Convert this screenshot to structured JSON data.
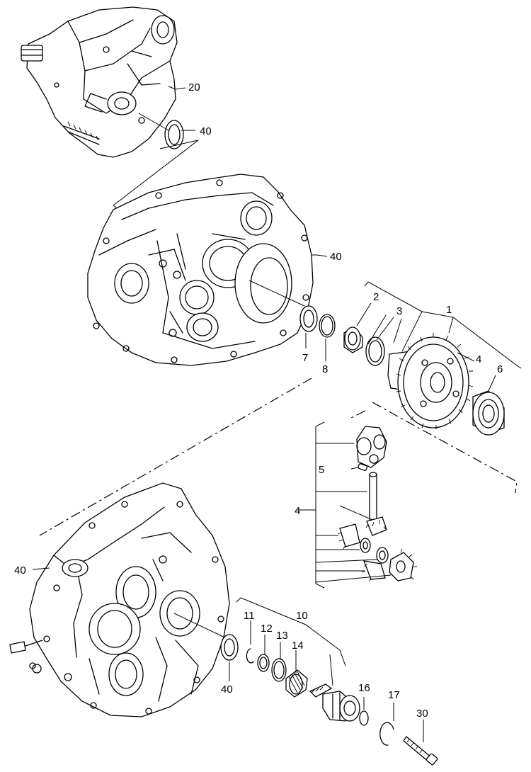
{
  "callouts": {
    "c1": "1",
    "c2": "2",
    "c3": "3",
    "c4a": "4",
    "c4b": "4",
    "c5": "5",
    "c6": "6",
    "c7": "7",
    "c8": "8",
    "c10": "10",
    "c11": "11",
    "c12": "12",
    "c13": "13",
    "c14": "14",
    "c16": "16",
    "c17": "17",
    "c20": "20",
    "c30": "30",
    "c40a": "40",
    "c40b": "40",
    "c40c": "40",
    "c40d": "40"
  },
  "colors": {
    "line": "#000000",
    "background": "#ffffff"
  }
}
